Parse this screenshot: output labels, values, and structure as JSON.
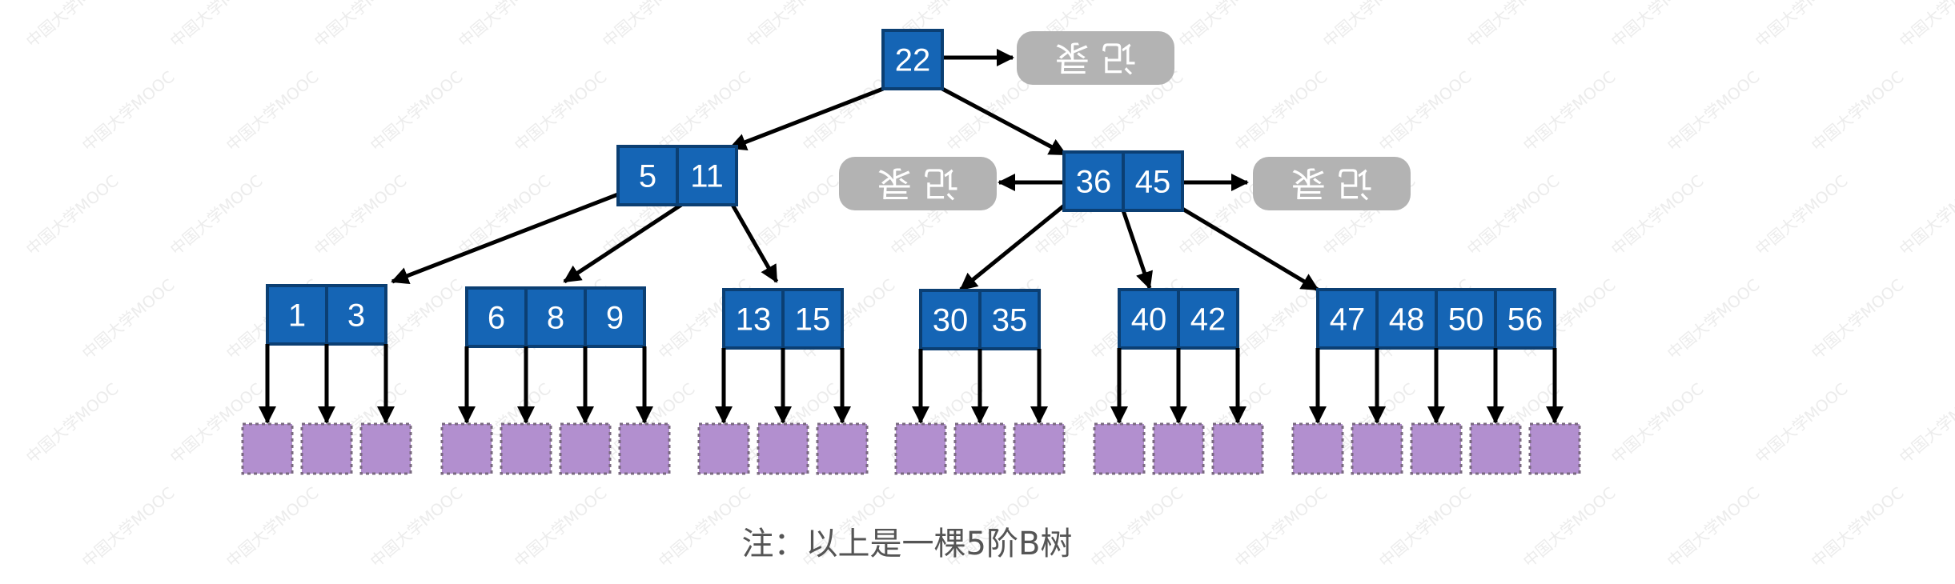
{
  "colors": {
    "node_fill": "#1565b5",
    "node_stroke": "#0b3f73",
    "edge": "#000000",
    "record_fill": "#b3b3b3",
    "leaf_fill": "#b28fcf",
    "leaf_stroke": "#7a6a80",
    "note": "#555555",
    "watermark": "#ececec"
  },
  "watermark": "中国大学MOOC",
  "tree": {
    "root": {
      "keys": [
        "22"
      ]
    },
    "level1": [
      {
        "keys": [
          "5",
          "11"
        ]
      },
      {
        "keys": [
          "36",
          "45"
        ]
      }
    ],
    "leaves": [
      {
        "keys": [
          "1",
          "3"
        ]
      },
      {
        "keys": [
          "6",
          "8",
          "9"
        ]
      },
      {
        "keys": [
          "13",
          "15"
        ]
      },
      {
        "keys": [
          "30",
          "35"
        ]
      },
      {
        "keys": [
          "40",
          "42"
        ]
      },
      {
        "keys": [
          "47",
          "48",
          "50",
          "56"
        ]
      }
    ],
    "record_label": "记 录"
  },
  "note": "注：以上是一棵5阶B树"
}
